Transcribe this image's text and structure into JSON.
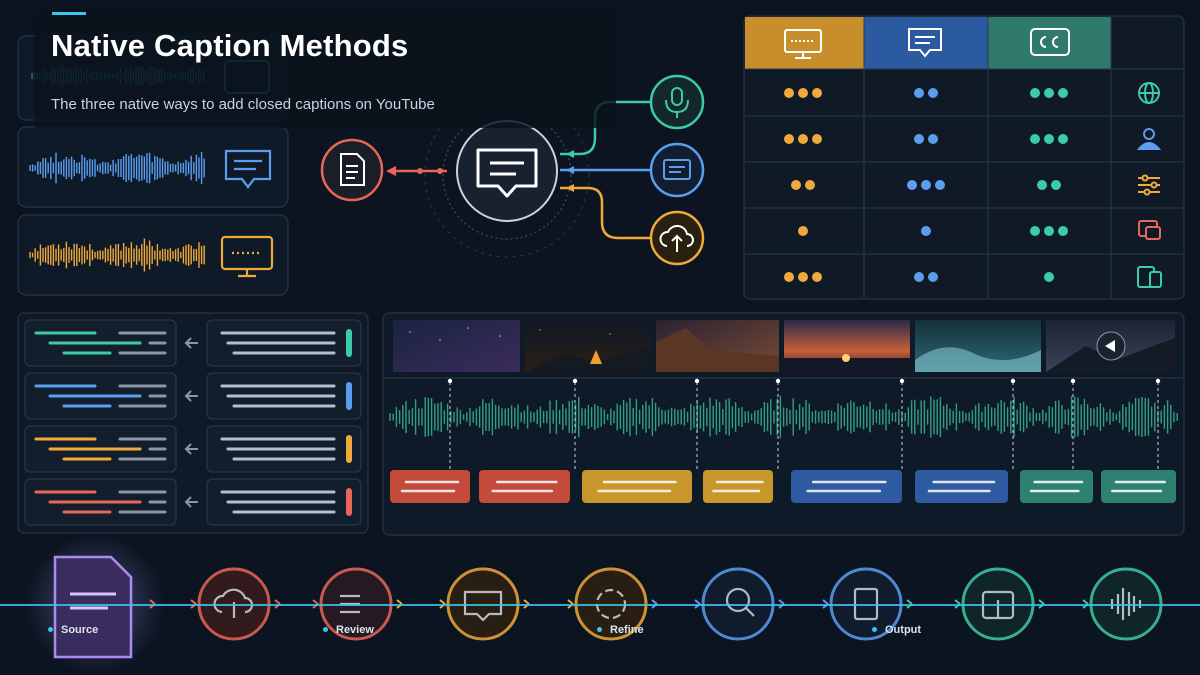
{
  "header": {
    "title": "Native Caption Methods",
    "subtitle": "The three native ways to add closed captions on YouTube"
  },
  "timeline": {
    "stages": [
      "Source",
      "Review",
      "Refine",
      "Output"
    ]
  },
  "icons": {
    "matrix_header": [
      "monitor-caption-icon",
      "chat-caption-icon",
      "cc-icon"
    ],
    "matrix_rows": [
      "globe-icon",
      "user-icon",
      "sliders-icon",
      "translate-icon",
      "devices-icon"
    ],
    "hub": [
      "document-icon",
      "caption-bubble-icon",
      "microphone-icon",
      "subtitle-box-icon",
      "cloud-upload-icon"
    ],
    "pipeline": [
      "file-icon",
      "cloud-upload-icon",
      "checklist-icon",
      "chat-caption-icon",
      "sync-icon",
      "search-icon",
      "document-icon",
      "grid-icon",
      "waveform-icon"
    ]
  },
  "colors": {
    "background": "#0b1420",
    "accent": "#38c6f0",
    "orange": "#f0a93a",
    "blue": "#5b9ef0",
    "teal": "#3ec9a7",
    "red": "#e8665a",
    "purple": "#a98cf0"
  }
}
